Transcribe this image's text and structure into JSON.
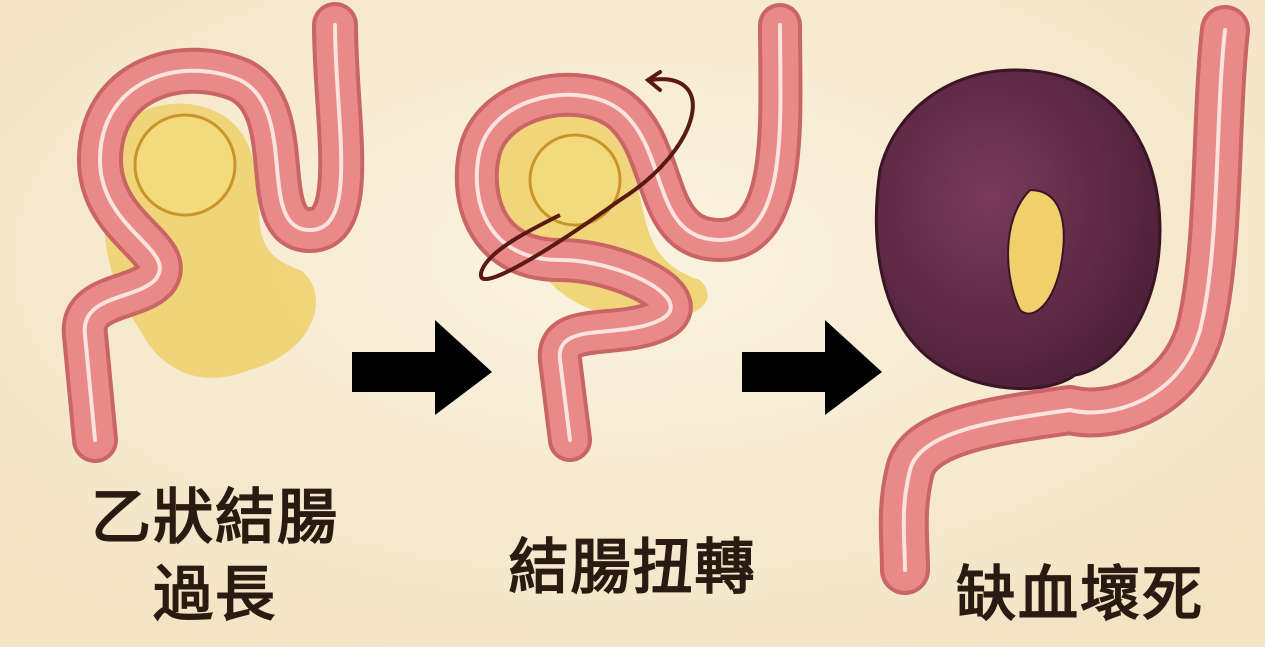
{
  "stages": [
    {
      "label_line1": "乙狀結腸",
      "label_line2": "過長"
    },
    {
      "label_line1": "結腸扭轉"
    },
    {
      "label_line1": "缺血壞死"
    }
  ],
  "colors": {
    "background": "#f7ecd4",
    "intestine": "#e98a88",
    "intestine_edge": "#c96565",
    "mesentery": "#efd06a",
    "necrotic": "#5e2a45",
    "arrow": "#000000",
    "twist": "#5a1a14",
    "text": "#2b1a12"
  }
}
